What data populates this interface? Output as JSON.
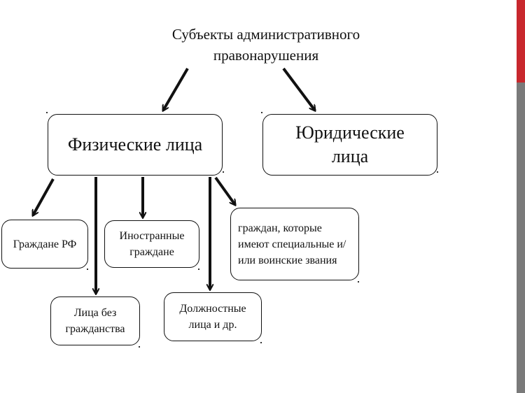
{
  "title": "Субъекты административного правонарушения",
  "nodes": {
    "physical": "Физические лица",
    "legal": "Юридические лица",
    "citizens_rf": "Граждане РФ",
    "foreign": "Иностранные граждане",
    "stateless": "Лица без гражданства",
    "officials": "Должностные лица и др.",
    "special": "граждан, которые имеют специальные и/или воинские звания"
  },
  "colors": {
    "accent": "#c8282d",
    "accent_gray": "#7a7a7a",
    "line": "#111111"
  }
}
